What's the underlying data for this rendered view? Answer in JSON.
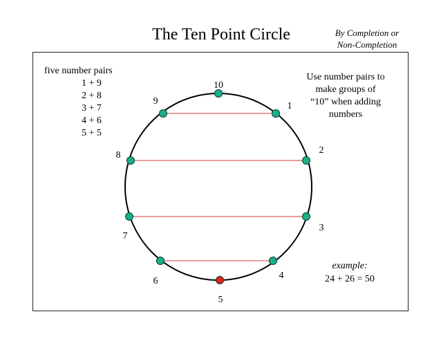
{
  "title": "The Ten Point Circle",
  "subtitle": {
    "line1": "By Completion or",
    "line2": "Non-Completion"
  },
  "pairs": {
    "heading": "five number pairs",
    "items": [
      "1 + 9",
      "2 + 8",
      "3 + 7",
      "4 + 6",
      "5 + 5"
    ]
  },
  "instructions": {
    "line1": "Use number pairs to",
    "line2": "make groups of",
    "line3": "“10” when adding",
    "line4": "numbers"
  },
  "example": {
    "label": "example:",
    "equation": "24 + 26 = 50"
  },
  "circle": {
    "point_labels": [
      "10",
      "1",
      "2",
      "3",
      "4",
      "5",
      "6",
      "7",
      "8",
      "9"
    ],
    "point_color": "#1aaf8b",
    "highlight_point": "5",
    "highlight_color": "#e0221c",
    "chord_color": "#d96060",
    "connected_pairs": [
      [
        "9",
        "1"
      ],
      [
        "8",
        "2"
      ],
      [
        "7",
        "3"
      ],
      [
        "6",
        "4"
      ]
    ]
  }
}
